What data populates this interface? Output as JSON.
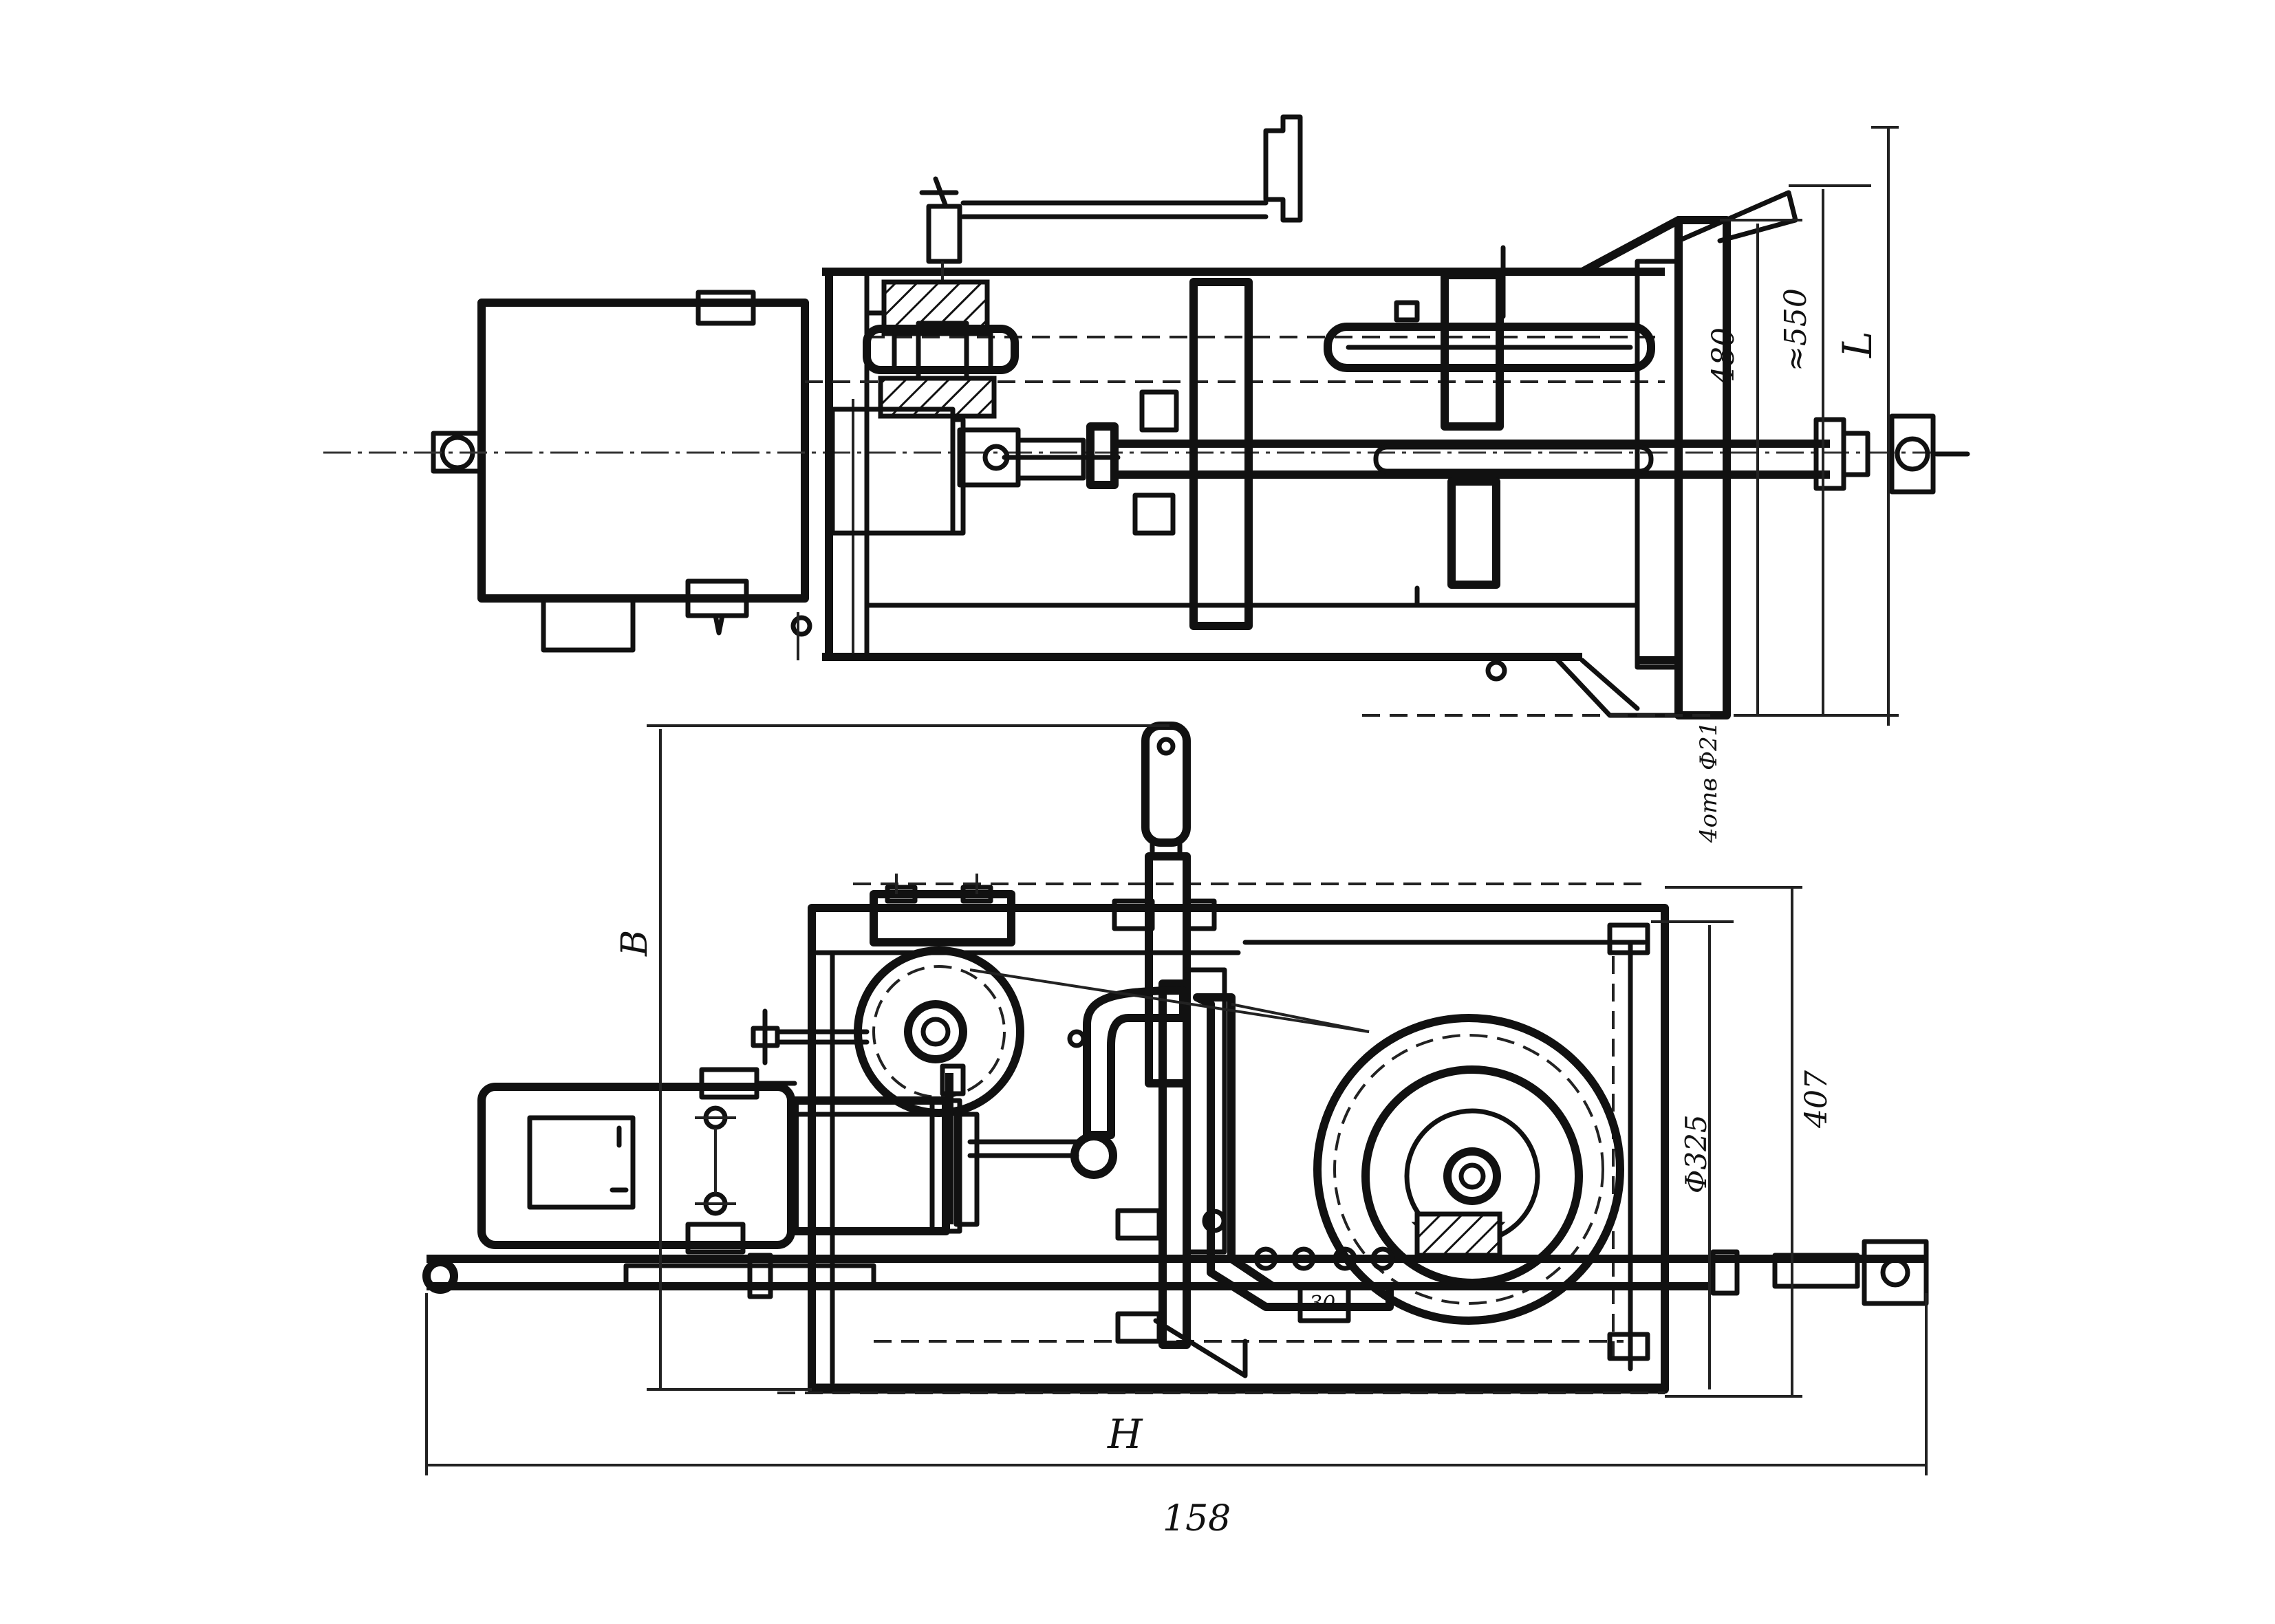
{
  "drawing": {
    "top_view": {
      "dimensions": {
        "dim_480": "480",
        "dim_550": "≈550",
        "dim_L": "L",
        "holes_note": "4отв Ф21"
      }
    },
    "front_view": {
      "dimensions": {
        "dim_B": "B",
        "dim_407": "407",
        "dim_d325": "Φ325",
        "dim_H": "H",
        "dim_30": "30"
      }
    },
    "page_number": "158"
  }
}
